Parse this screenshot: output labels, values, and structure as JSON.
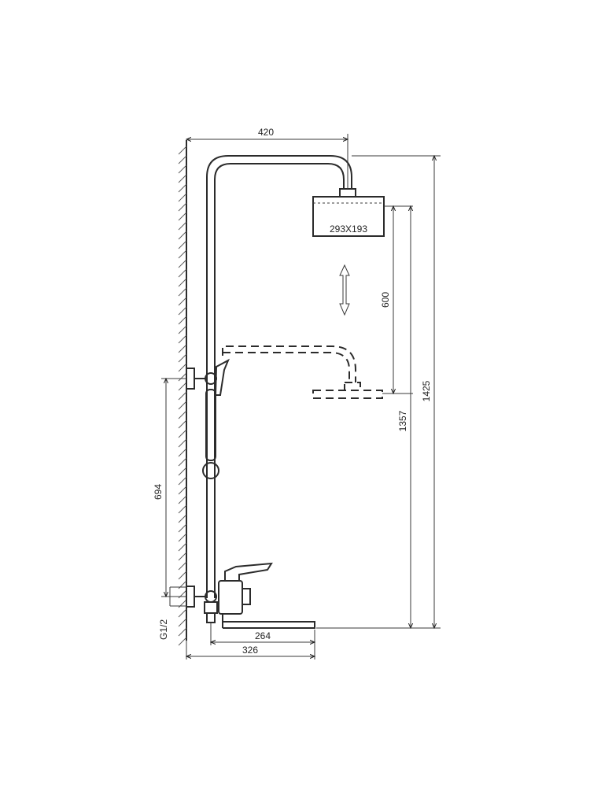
{
  "dimensions": {
    "arm_reach": "420",
    "head_size": "293X193",
    "slide_range": "600",
    "total_height": "1425",
    "head_height": "1357",
    "inlet_height": "694",
    "thread": "G1/2",
    "spout_reach": "264",
    "faucet_depth": "326"
  },
  "icons": {
    "adjust_arrow": "double-arrow-vertical-icon"
  }
}
